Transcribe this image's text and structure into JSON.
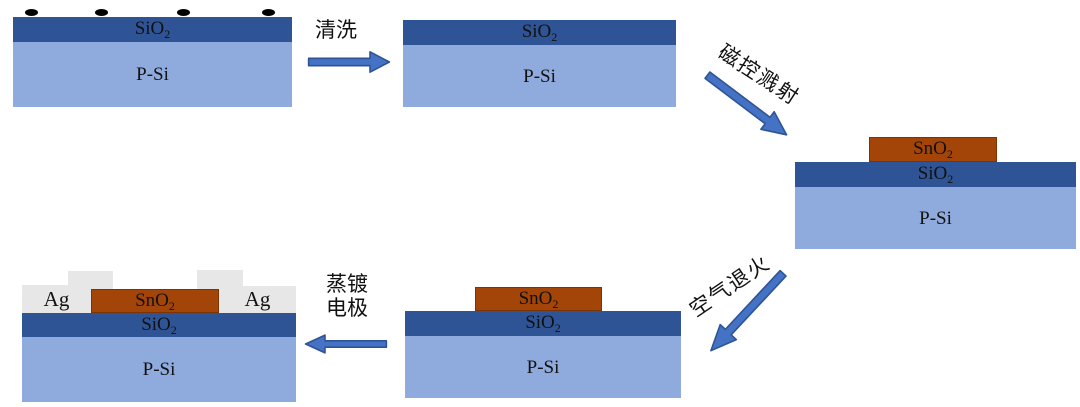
{
  "colors": {
    "background": "#FFFFFF",
    "sio2": "#2F5496",
    "psi": "#8FAADC",
    "sno2": "#A34508",
    "sno2-border": "#7B3505",
    "silver": "#E8E7E7",
    "particle": "#000000",
    "arrow-fill": "#4472C4",
    "arrow-stroke": "#2F5496",
    "label": "#111111"
  },
  "materials": {
    "sio2": {
      "base": "SiO",
      "sub": "2"
    },
    "sno2": {
      "base": "SnO",
      "sub": "2"
    },
    "psi": "P-Si",
    "ag": "Ag"
  },
  "steps": {
    "clean": "清洗",
    "sputter": "磁控溅射",
    "anneal": "空气退火",
    "evaporate": [
      "蒸镀",
      "电极"
    ]
  }
}
